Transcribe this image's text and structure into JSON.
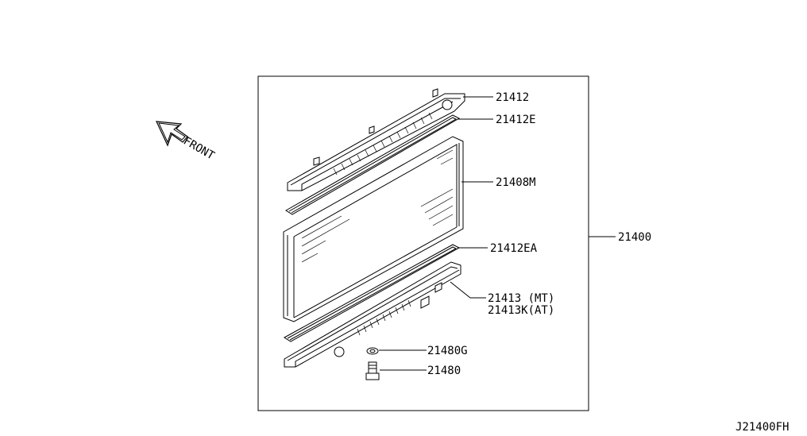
{
  "diagram": {
    "front_label": "FRONT",
    "assembly_label": "21400",
    "figure_code": "J21400FH",
    "parts": {
      "upper_tank": "21412",
      "upper_seal": "21412E",
      "core": "21408M",
      "lower_seal": "21412EA",
      "lower_tank_mt": "21413 (MT)",
      "lower_tank_at": "21413K(AT)",
      "washer": "21480G",
      "drain_plug": "21480"
    }
  }
}
